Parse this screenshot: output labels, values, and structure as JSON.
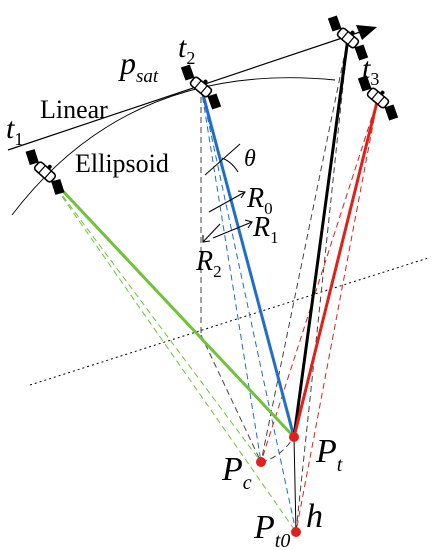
{
  "labels": {
    "t1": "t",
    "t1_sub": "1",
    "t2": "t",
    "t2_sub": "2",
    "t3": "t",
    "t3_sub": "3",
    "psat": "p",
    "psat_sub": "sat",
    "linear": "Linear",
    "ellipsoid": "Ellipsoid",
    "theta": "θ",
    "r0": "R",
    "r0_sub": "0",
    "r1": "R",
    "r1_sub": "1",
    "r2": "R",
    "r2_sub": "2",
    "pc": "P",
    "pc_sub": "c",
    "pt": "P",
    "pt_sub": "t",
    "pt0": "P",
    "pt0_sub": "t0",
    "h": "h"
  },
  "colors": {
    "green": "#6fc23a",
    "blue": "#1f6fc7",
    "black": "#000000",
    "red": "#e0201a",
    "dash_black": "#444444",
    "point": "#e0201a"
  },
  "icons": {
    "satellite": "satellite-icon",
    "arrow": "arrowhead-icon"
  }
}
